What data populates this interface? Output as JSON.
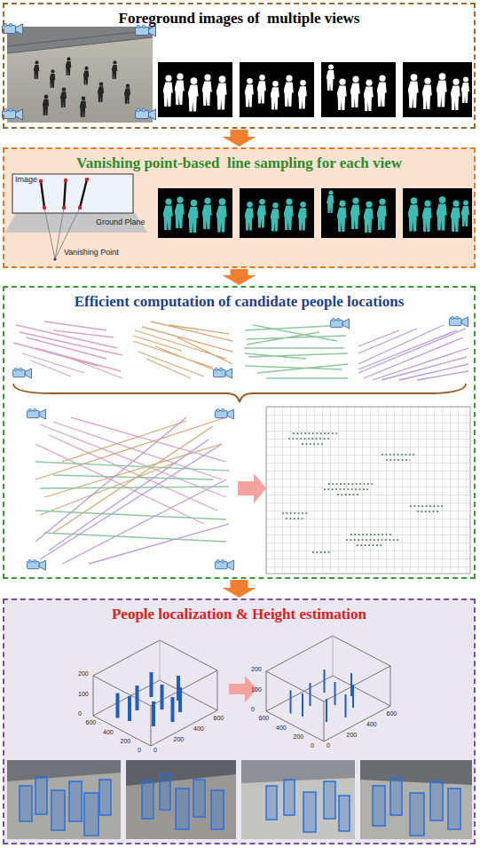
{
  "diagram": {
    "nodes": [
      {
        "text": [
          "Foreground images of  multiple views"
        ]
      },
      {
        "text": [
          "Vanishing point-based  line sampling for each view"
        ]
      },
      {
        "text": [
          "Efficient computation of candidate people locations"
        ]
      },
      {
        "text": [
          "People localization & Height estimation"
        ]
      }
    ],
    "edges": [
      {
        "from": 0,
        "to": 1,
        "arrow": "to"
      },
      {
        "from": 1,
        "to": 2,
        "arrow": "to"
      },
      {
        "from": 2,
        "to": 3,
        "arrow": "to"
      }
    ],
    "labels": [
      "Image",
      "Ground Plane",
      "Vanishing Point",
      "200",
      "100",
      "0",
      "600",
      "400",
      "200",
      "0",
      "0",
      "200",
      "400",
      "600",
      "200",
      "100",
      "0",
      "600",
      "400",
      "200",
      "0",
      "0",
      "200",
      "400",
      "600"
    ]
  }
}
